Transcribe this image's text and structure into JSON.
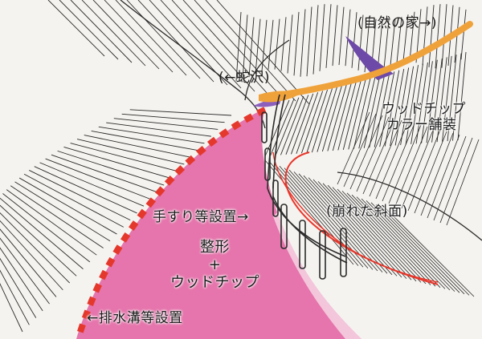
{
  "labels": {
    "nature_house": "(自然の家→)",
    "snake_stream": "(←蛇沢)",
    "woodchip_1": "ウッドチップ",
    "woodchip_2": "カラー舗装",
    "collapsed_slope": "(崩れた斜面)",
    "handrail": "手すり等設置→",
    "center_1": "整形",
    "center_2": "+",
    "center_3": "ウッドチップ",
    "drainage": "←排水溝等設置"
  },
  "colors": {
    "path_pink": "#e36aa6",
    "woodchip_orange": "#f0a23a",
    "drain_red": "#e5382d",
    "slope_red": "#e8362b",
    "purple": "#6e4aa8"
  }
}
